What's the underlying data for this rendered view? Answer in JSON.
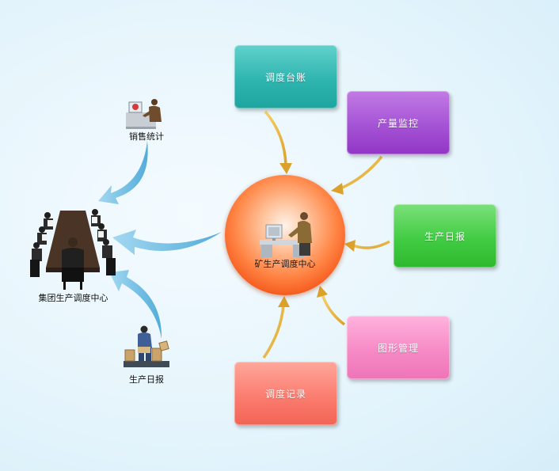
{
  "center": {
    "label": "矿生产调度中心"
  },
  "nodes": {
    "ledger": {
      "label": "调度台账"
    },
    "output": {
      "label": "产量监控"
    },
    "daily": {
      "label": "生产日报"
    },
    "graphic": {
      "label": "图形管理"
    },
    "record": {
      "label": "调度记录"
    }
  },
  "left_nodes": {
    "sales": {
      "label": "销售统计"
    },
    "group": {
      "label": "集团生产调度中心"
    },
    "report": {
      "label": "生产日报"
    }
  },
  "colors": {
    "ledger": "#2fb5b0",
    "output": "#a553d5",
    "daily": "#42cc44",
    "graphic": "#f68ac6",
    "record": "#fb7d70",
    "hub": "#f34e12",
    "gold_arrow": "#e8b339",
    "blue_arrow": "#7cc3e6"
  },
  "icons": [
    "computer-worker-icon",
    "meeting-table-icon",
    "warehouse-worker-icon"
  ]
}
